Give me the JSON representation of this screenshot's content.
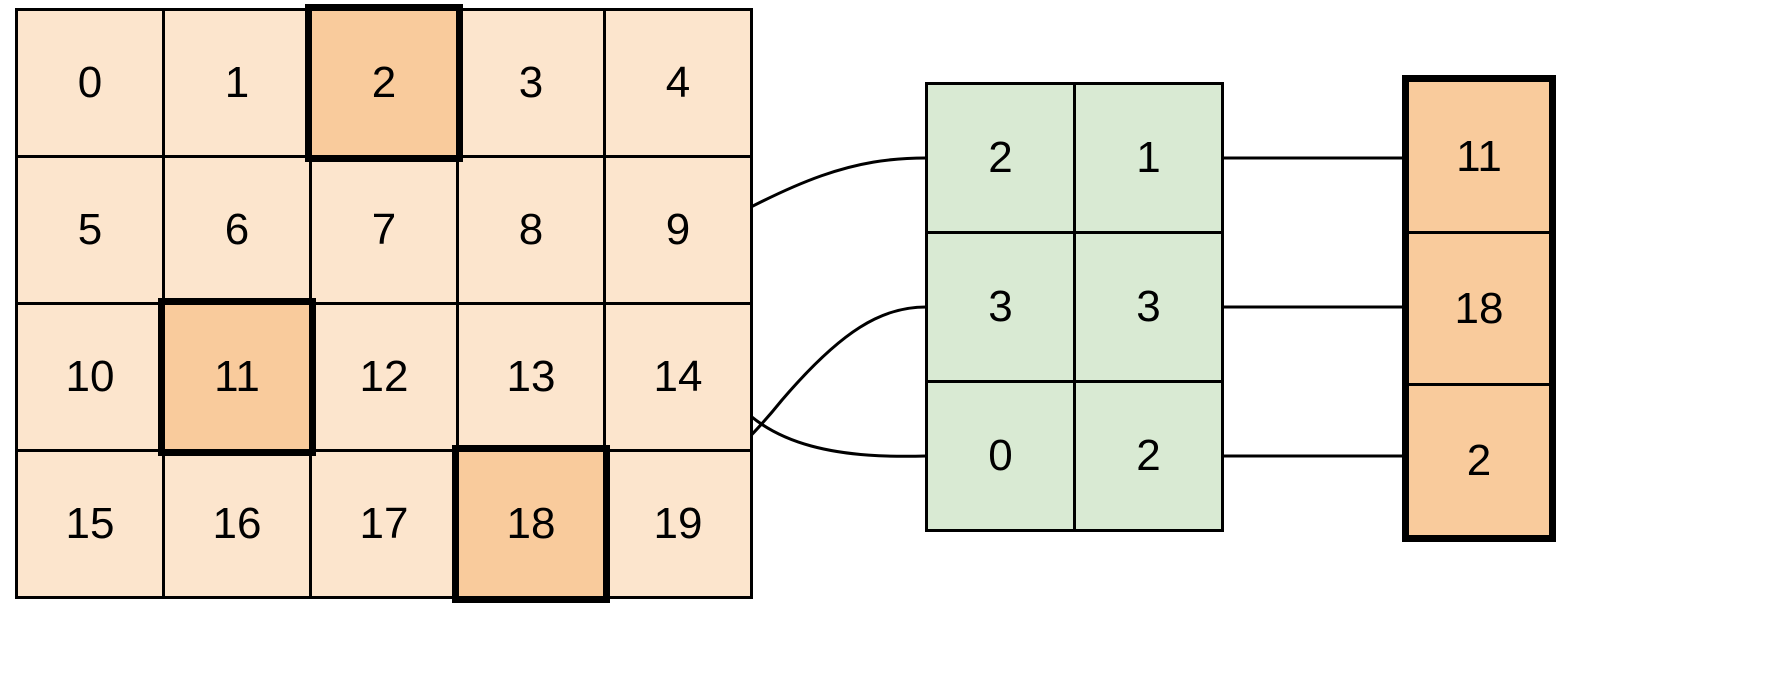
{
  "grid": {
    "cells": [
      "0",
      "1",
      "2",
      "3",
      "4",
      "5",
      "6",
      "7",
      "8",
      "9",
      "10",
      "11",
      "12",
      "13",
      "14",
      "15",
      "16",
      "17",
      "18",
      "19"
    ],
    "rows": 4,
    "cols": 5,
    "highlighted": [
      2,
      11,
      18
    ]
  },
  "indices": {
    "rows": [
      [
        "2",
        "1"
      ],
      [
        "3",
        "3"
      ],
      [
        "0",
        "2"
      ]
    ]
  },
  "output": {
    "values": [
      "11",
      "18",
      "2"
    ]
  },
  "colors": {
    "grid-cell": "#fce5cd",
    "grid-highlight": "#f9cb9c",
    "index-cell": "#d9ead3",
    "output-cell": "#f9cb9c",
    "line": "#000000"
  }
}
